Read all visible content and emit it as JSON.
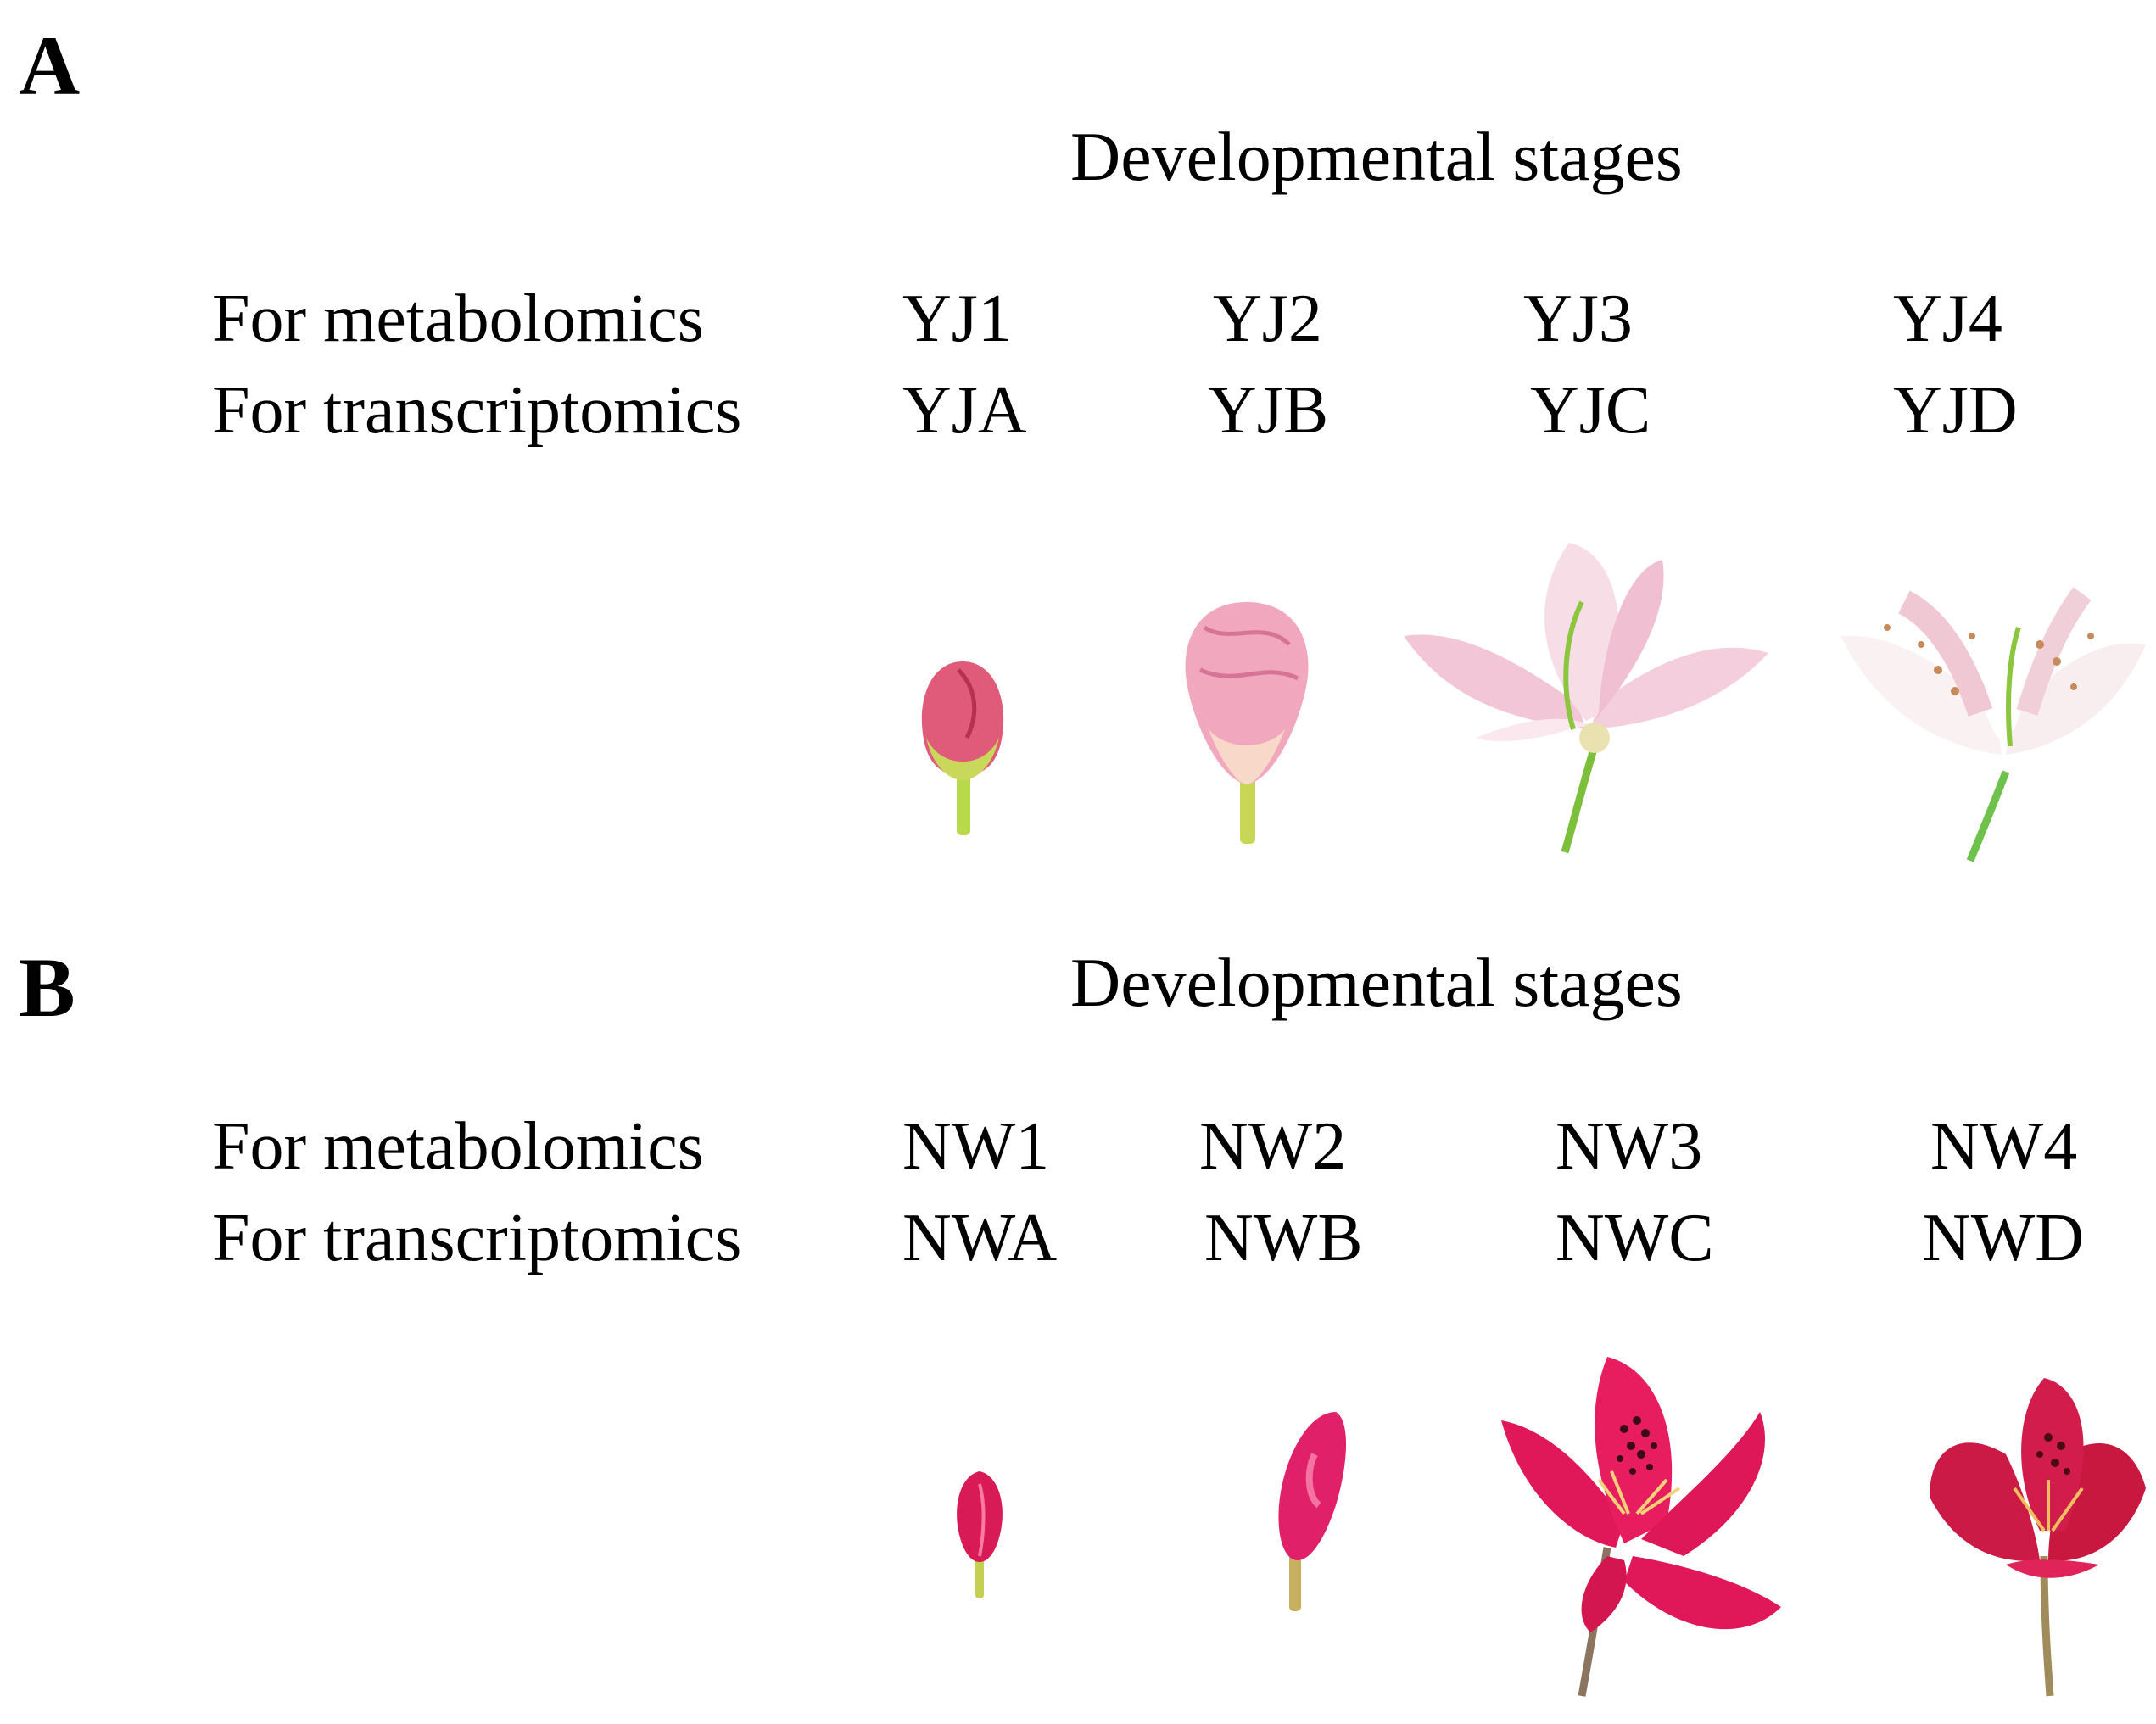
{
  "panels": [
    {
      "letter": "A",
      "heading": "Developmental stages",
      "row_labels": [
        "For metabolomics",
        "For transcriptomics"
      ],
      "metabolomics": [
        "YJ1",
        "YJ2",
        "YJ3",
        "YJ4"
      ],
      "transcriptomics": [
        "YJA",
        "YJB",
        "YJC",
        "YJD"
      ],
      "colors": {
        "petal": "#f2c6d6",
        "bud": "#e05a7a",
        "stem": "#8cc63f"
      }
    },
    {
      "letter": "B",
      "heading": "Developmental stages",
      "row_labels": [
        "For metabolomics",
        "For transcriptomics"
      ],
      "metabolomics": [
        "NW1",
        "NW2",
        "NW3",
        "NW4"
      ],
      "transcriptomics": [
        "NWA",
        "NWB",
        "NWC",
        "NWD"
      ],
      "colors": {
        "petal": "#e0185a",
        "bud": "#d81b57",
        "stem": "#8b7560"
      }
    }
  ]
}
